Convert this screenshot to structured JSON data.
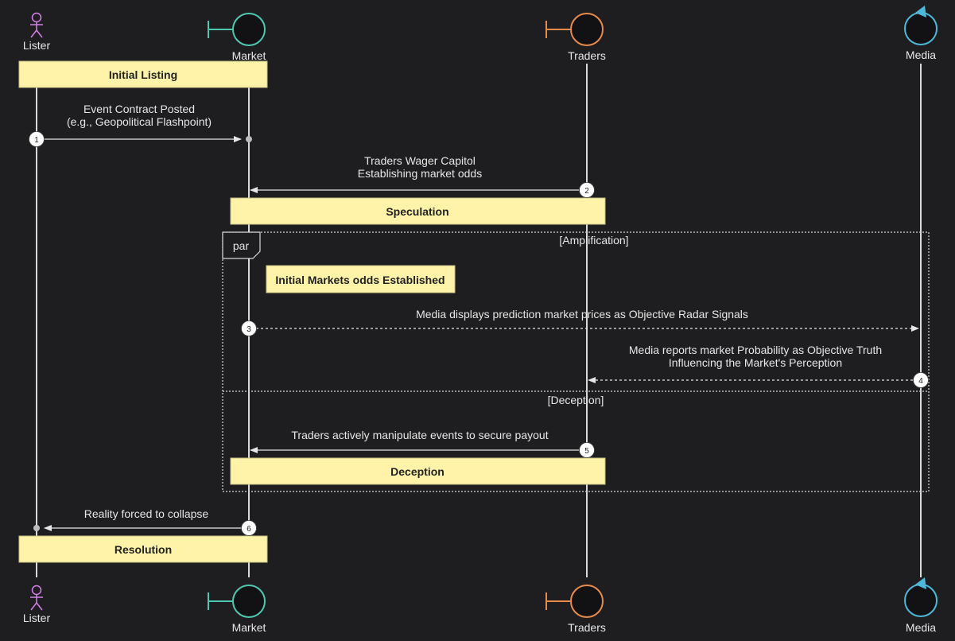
{
  "colors": {
    "background": "#1e1e20",
    "lifeline": "#d9d9d9",
    "note_fill": "#fef3a8",
    "note_border": "#c8c089",
    "lister": "#d580e6",
    "market": "#4fc7b1",
    "traders": "#e88a4a",
    "media": "#4fb8d9",
    "actor_body": "#121214"
  },
  "participants": [
    {
      "id": "lister",
      "name": "Lister",
      "kind": "actor-icon"
    },
    {
      "id": "market",
      "name": "Market",
      "kind": "boundary-icon"
    },
    {
      "id": "traders",
      "name": "Traders",
      "kind": "boundary-icon"
    },
    {
      "id": "media",
      "name": "Media",
      "kind": "control-icon"
    }
  ],
  "notes": [
    {
      "text": "Initial Listing"
    },
    {
      "text": "Speculation"
    },
    {
      "text": "Initial Markets odds Established"
    },
    {
      "text": "Deception"
    },
    {
      "text": "Resolution"
    }
  ],
  "messages": [
    {
      "step": "1",
      "lines": [
        "Event Contract Posted",
        "(e.g., Geopolitical Flashpoint)"
      ],
      "from": "lister",
      "to": "market",
      "style": "solid"
    },
    {
      "step": "2",
      "lines": [
        "Traders Wager Capitol",
        "Establishing market odds"
      ],
      "from": "traders",
      "to": "market",
      "style": "solid"
    },
    {
      "step": "3",
      "lines": [
        "Media displays prediction market prices as Objective Radar Signals"
      ],
      "from": "market",
      "to": "media",
      "style": "dotted"
    },
    {
      "step": "4",
      "lines": [
        "Media reports market Probability as Objective Truth",
        "Influencing the Market's Perception"
      ],
      "from": "media",
      "to": "traders",
      "style": "dotted"
    },
    {
      "step": "5",
      "lines": [
        "Traders actively manipulate events to secure payout"
      ],
      "from": "traders",
      "to": "market",
      "style": "solid"
    },
    {
      "step": "6",
      "lines": [
        "Reality forced to collapse"
      ],
      "from": "market",
      "to": "lister",
      "style": "solid"
    }
  ],
  "fragment": {
    "keyword": "par",
    "sections": [
      "[Amplification]",
      "[Deception]"
    ]
  }
}
